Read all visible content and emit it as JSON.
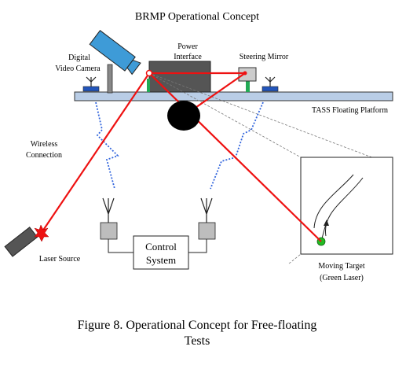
{
  "title": "BRMP Operational Concept",
  "labels": {
    "camera_line1": "Digital",
    "camera_line2": "Video Camera",
    "power_line1": "Power",
    "power_line2": "Interface",
    "steering_mirror": "Steering Mirror",
    "platform": "TASS Floating Platform",
    "wireless_line1": "Wireless",
    "wireless_line2": "Connection",
    "laser_source": "Laser Source",
    "control_line1": "Control",
    "control_line2": "System",
    "target_line1": "Moving Target",
    "target_line2": "(Green Laser)"
  },
  "caption": {
    "line1": "Figure 8.  Operational Concept for Free-floating",
    "line2": "Tests"
  },
  "colors": {
    "laser": "#ee1111",
    "platform": "#b9cde6",
    "camera": "#3e9bd7",
    "target": "#22bb22",
    "wireless": "#3366dd",
    "gray": "#bdbdbd",
    "dark": "#555555"
  }
}
